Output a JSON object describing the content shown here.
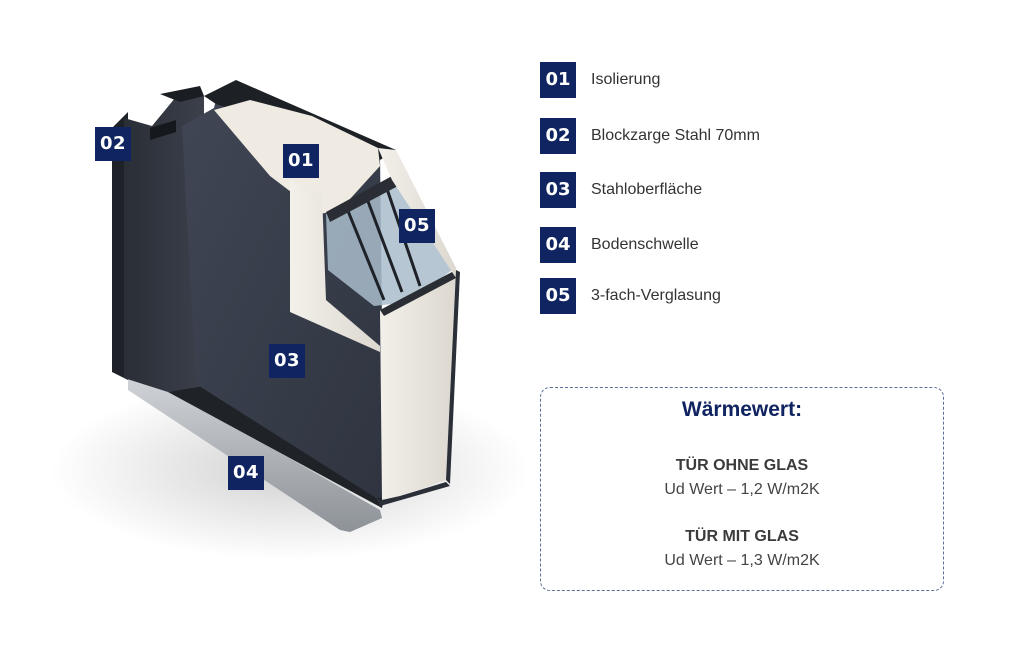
{
  "markers": {
    "m01": "01",
    "m02": "02",
    "m03": "03",
    "m04": "04",
    "m05": "05"
  },
  "legend": [
    {
      "num": "01",
      "label": "Isolierung"
    },
    {
      "num": "02",
      "label": "Blockzarge Stahl 70mm"
    },
    {
      "num": "03",
      "label": "Stahloberfläche"
    },
    {
      "num": "04",
      "label": "Bodenschwelle"
    },
    {
      "num": "05",
      "label": "3-fach-Verglasung"
    }
  ],
  "waermewert": {
    "title": "Wärmewert:",
    "groups": [
      {
        "heading": "TÜR OHNE GLAS",
        "value": "Ud Wert – 1,2 W/m2K"
      },
      {
        "heading": "TÜR MIT GLAS",
        "value": "Ud Wert – 1,3 W/m2K"
      }
    ]
  },
  "colors": {
    "badge": "#0f2460",
    "door_face": "#353b47",
    "frame": "#2c3038",
    "insulation": "#ece8e0",
    "glass": "#9fb3c2",
    "threshold": "#b8bcc2"
  }
}
